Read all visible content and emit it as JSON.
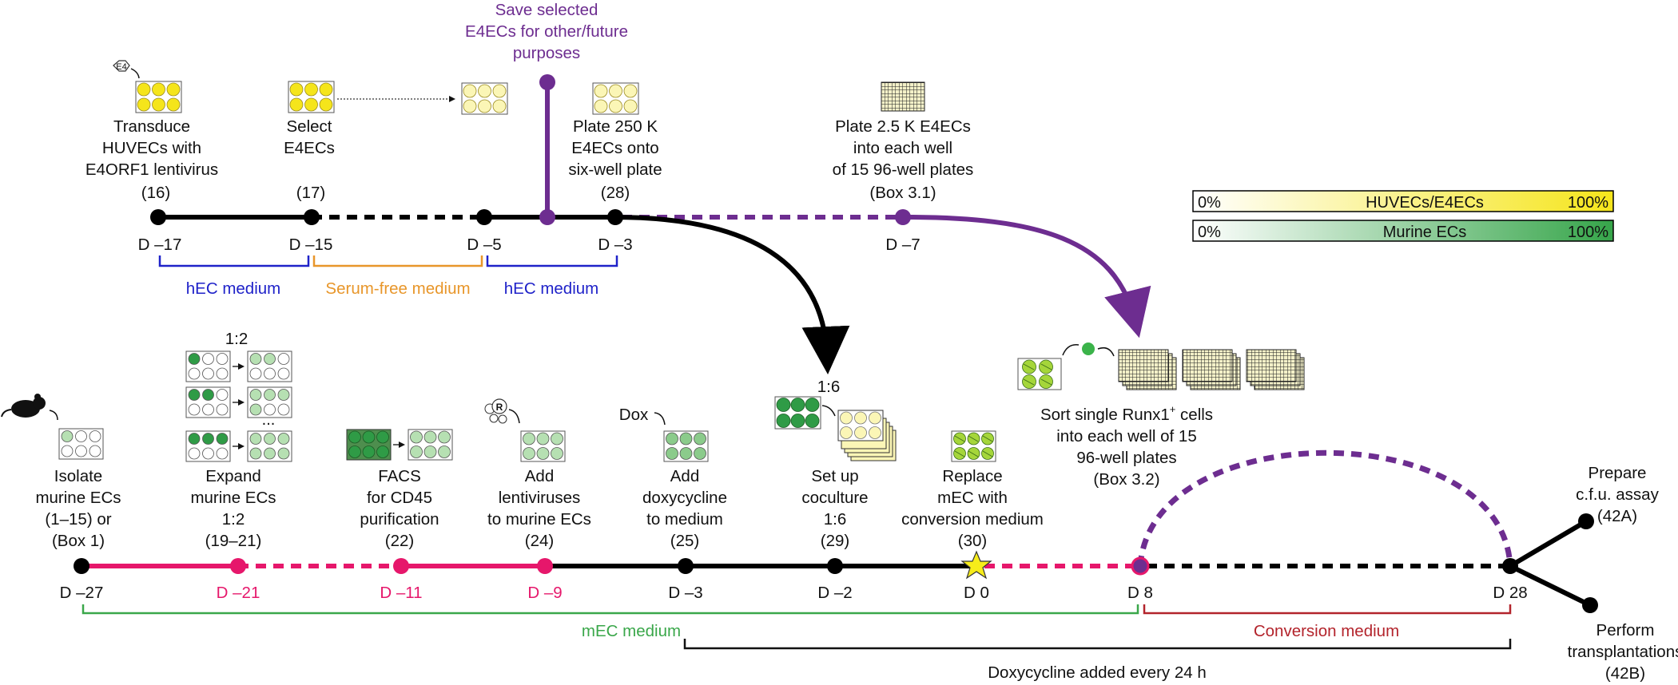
{
  "colors": {
    "black": "#000000",
    "pink": "#e6176b",
    "purple": "#6d2d90",
    "blue": "#1f22c9",
    "orange": "#e8962a",
    "green": "#3aa74a",
    "red": "#b3242c",
    "yellow": "#f5e51b",
    "yellow_light": "#fbf6b6",
    "green_dark": "#2f9b46",
    "green_light": "#b6e0b2"
  },
  "legend": {
    "yellow_min": "0%",
    "yellow_label": "HUVECs/E4ECs",
    "yellow_max": "100%",
    "green_min": "0%",
    "green_label": "Murine ECs",
    "green_max": "100%"
  },
  "top": {
    "save_note": [
      "Save selected",
      "E4ECs for other/future",
      "purposes"
    ],
    "e4_tag": "E4",
    "steps": [
      {
        "lines": [
          "Transduce",
          "HUVECs with",
          "E4ORF1 lentivirus"
        ],
        "ref": "(16)",
        "day": "D –17"
      },
      {
        "lines": [
          "Select",
          "E4ECs"
        ],
        "ref": "(17)",
        "day": "D –15"
      },
      {
        "lines": [],
        "ref": "",
        "day": "D –5"
      },
      {
        "lines": [
          "Plate 250 K",
          "E4ECs onto",
          "six-well plate"
        ],
        "ref": "(28)",
        "day": "D –3"
      },
      {
        "lines": [
          "Plate 2.5 K E4ECs",
          "into each well",
          "of 15 96-well plates"
        ],
        "ref": "(Box 3.1)",
        "day": "D –7"
      }
    ],
    "media": [
      {
        "label": "hEC medium"
      },
      {
        "label": "Serum-free medium"
      },
      {
        "label": "hEC medium"
      }
    ]
  },
  "sort_note": {
    "lines": [
      "Sort single Runx1",
      "into each well of 15",
      "96-well plates"
    ],
    "sup": "+",
    "cells": "cells",
    "ref": "(Box 3.2)"
  },
  "bottom": {
    "steps": [
      {
        "lines": [
          "Isolate",
          "murine ECs",
          "(1–15) or",
          "(Box 1)"
        ],
        "day": "D –27"
      },
      {
        "lines": [
          "Expand",
          "murine ECs",
          "1:2",
          "(19–21)"
        ],
        "day": "D –21"
      },
      {
        "lines": [
          "FACS",
          "for CD45",
          "purification",
          "(22)"
        ],
        "day": "D –11"
      },
      {
        "lines": [
          "Add",
          "lentiviruses",
          "to murine ECs",
          "(24)"
        ],
        "day": "D –9"
      },
      {
        "lines": [
          "Add",
          "doxycycline",
          "to medium",
          "(25)"
        ],
        "day": "D –3"
      },
      {
        "lines": [
          "Set up",
          "coculture",
          "1:6",
          "(29)"
        ],
        "day": "D –2"
      },
      {
        "lines": [
          "Replace",
          "mEC with",
          "conversion medium",
          "(30)"
        ],
        "day": "D 0"
      },
      {
        "lines": [],
        "day": "D 8"
      },
      {
        "lines": [],
        "day": "D 28"
      }
    ],
    "ratio_expand": "1:2",
    "ellipsis": "...",
    "ratio_coculture": "1:6",
    "dox_label": "Dox",
    "r_tag": "R",
    "media": [
      {
        "label": "mEC medium"
      },
      {
        "label": "Conversion medium"
      },
      {
        "label": "Doxycycline added every 24 h"
      }
    ]
  },
  "endpoints": [
    {
      "lines": [
        "Prepare",
        "c.f.u. assay",
        "(42A)"
      ]
    },
    {
      "lines": [
        "Perform",
        "transplantations",
        "(42B)"
      ]
    }
  ]
}
